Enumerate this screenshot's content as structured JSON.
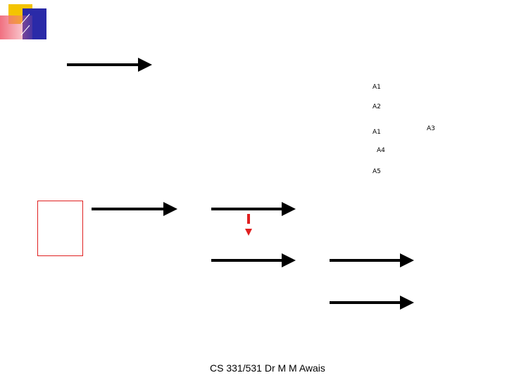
{
  "labels": {
    "a1_top": "A1",
    "a2": "A2",
    "a1_mid": "A1",
    "a3": "A3",
    "a4": "A4",
    "a5": "A5"
  },
  "footer": {
    "text": "CS 331/531 Dr M M Awais"
  },
  "colors": {
    "arrow": "#000000",
    "accent_red": "#e02020",
    "logo_yellow": "#f4c400",
    "logo_blue": "#2a2aa8",
    "logo_pink": "#f07080"
  }
}
